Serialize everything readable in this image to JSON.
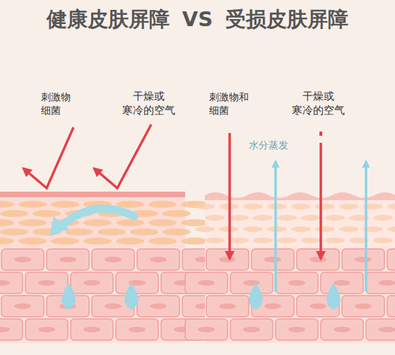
{
  "diagram": {
    "title": "健康皮肤屏障 VS 受损皮肤屏障",
    "labels": [
      "刺激物 细菌",
      "干燥或 寒冷的空气",
      "刺激物和 细菌",
      "干燥或 寒冷的空气",
      "水分蒸发"
    ]
  }
}
